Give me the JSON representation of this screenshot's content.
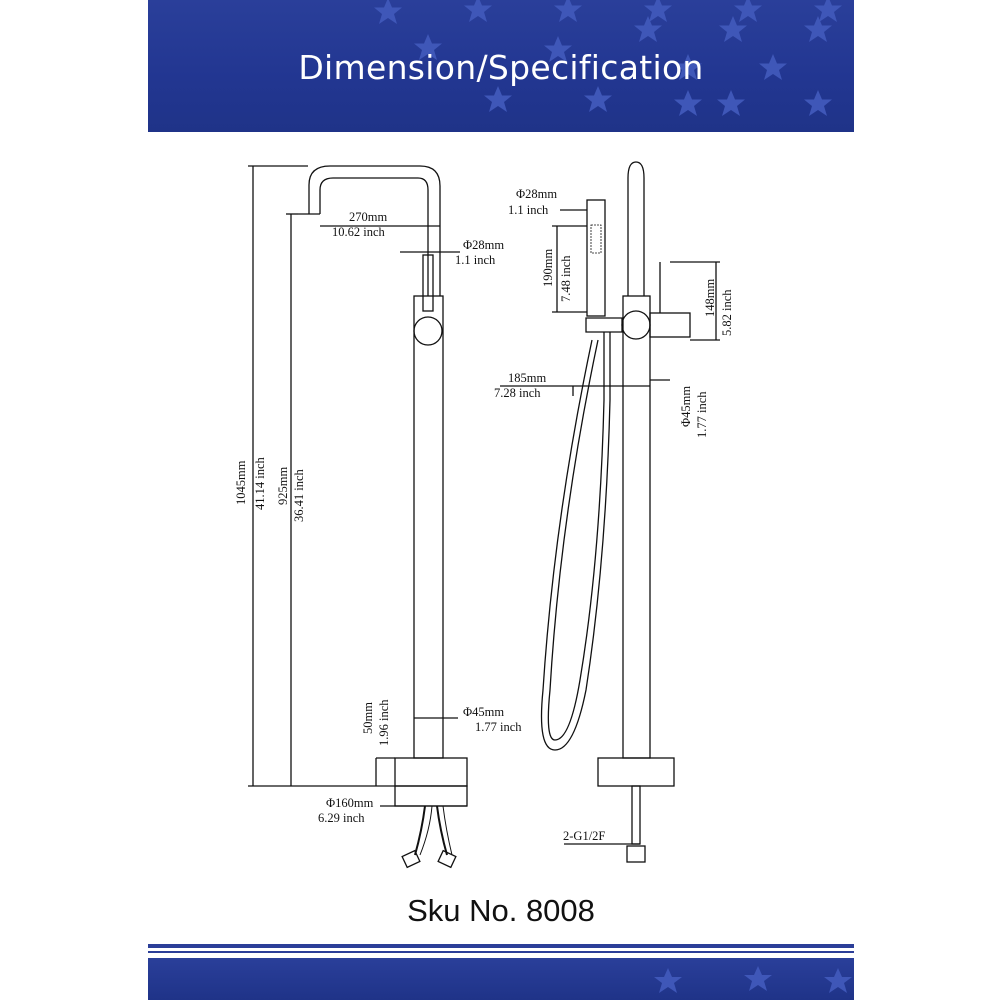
{
  "header": {
    "title": "Dimension/Specification"
  },
  "footer": {
    "sku": "Sku No. 8008"
  },
  "colors": {
    "banner": "#223691",
    "star": "#3f57b8",
    "line": "#111111"
  },
  "dimensions": {
    "spout_reach": {
      "mm": "270mm",
      "inch": "10.62 inch"
    },
    "spout_diameter": {
      "mm": "Φ28mm",
      "inch": "1.1 inch"
    },
    "total_height": {
      "mm": "1045mm",
      "inch": "41.14 inch"
    },
    "spout_height": {
      "mm": "925mm",
      "inch": "36.41 inch"
    },
    "base_height": {
      "mm": "50mm",
      "inch": "1.96 inch"
    },
    "column_diameter": {
      "mm": "Φ45mm",
      "inch": "1.77 inch"
    },
    "base_diameter": {
      "mm": "Φ160mm",
      "inch": "6.29 inch"
    },
    "handshower_diameter": {
      "mm": "Φ28mm",
      "inch": "1.1 inch"
    },
    "handshower_length": {
      "mm": "190mm",
      "inch": "7.48 inch"
    },
    "handle_height": {
      "mm": "148mm",
      "inch": "5.82 inch"
    },
    "handle_offset": {
      "mm": "185mm",
      "inch": "7.28 inch"
    },
    "side_column_diameter": {
      "mm": "Φ45mm",
      "inch": "1.77 inch"
    },
    "connection": {
      "label": "2-G1/2F"
    }
  }
}
